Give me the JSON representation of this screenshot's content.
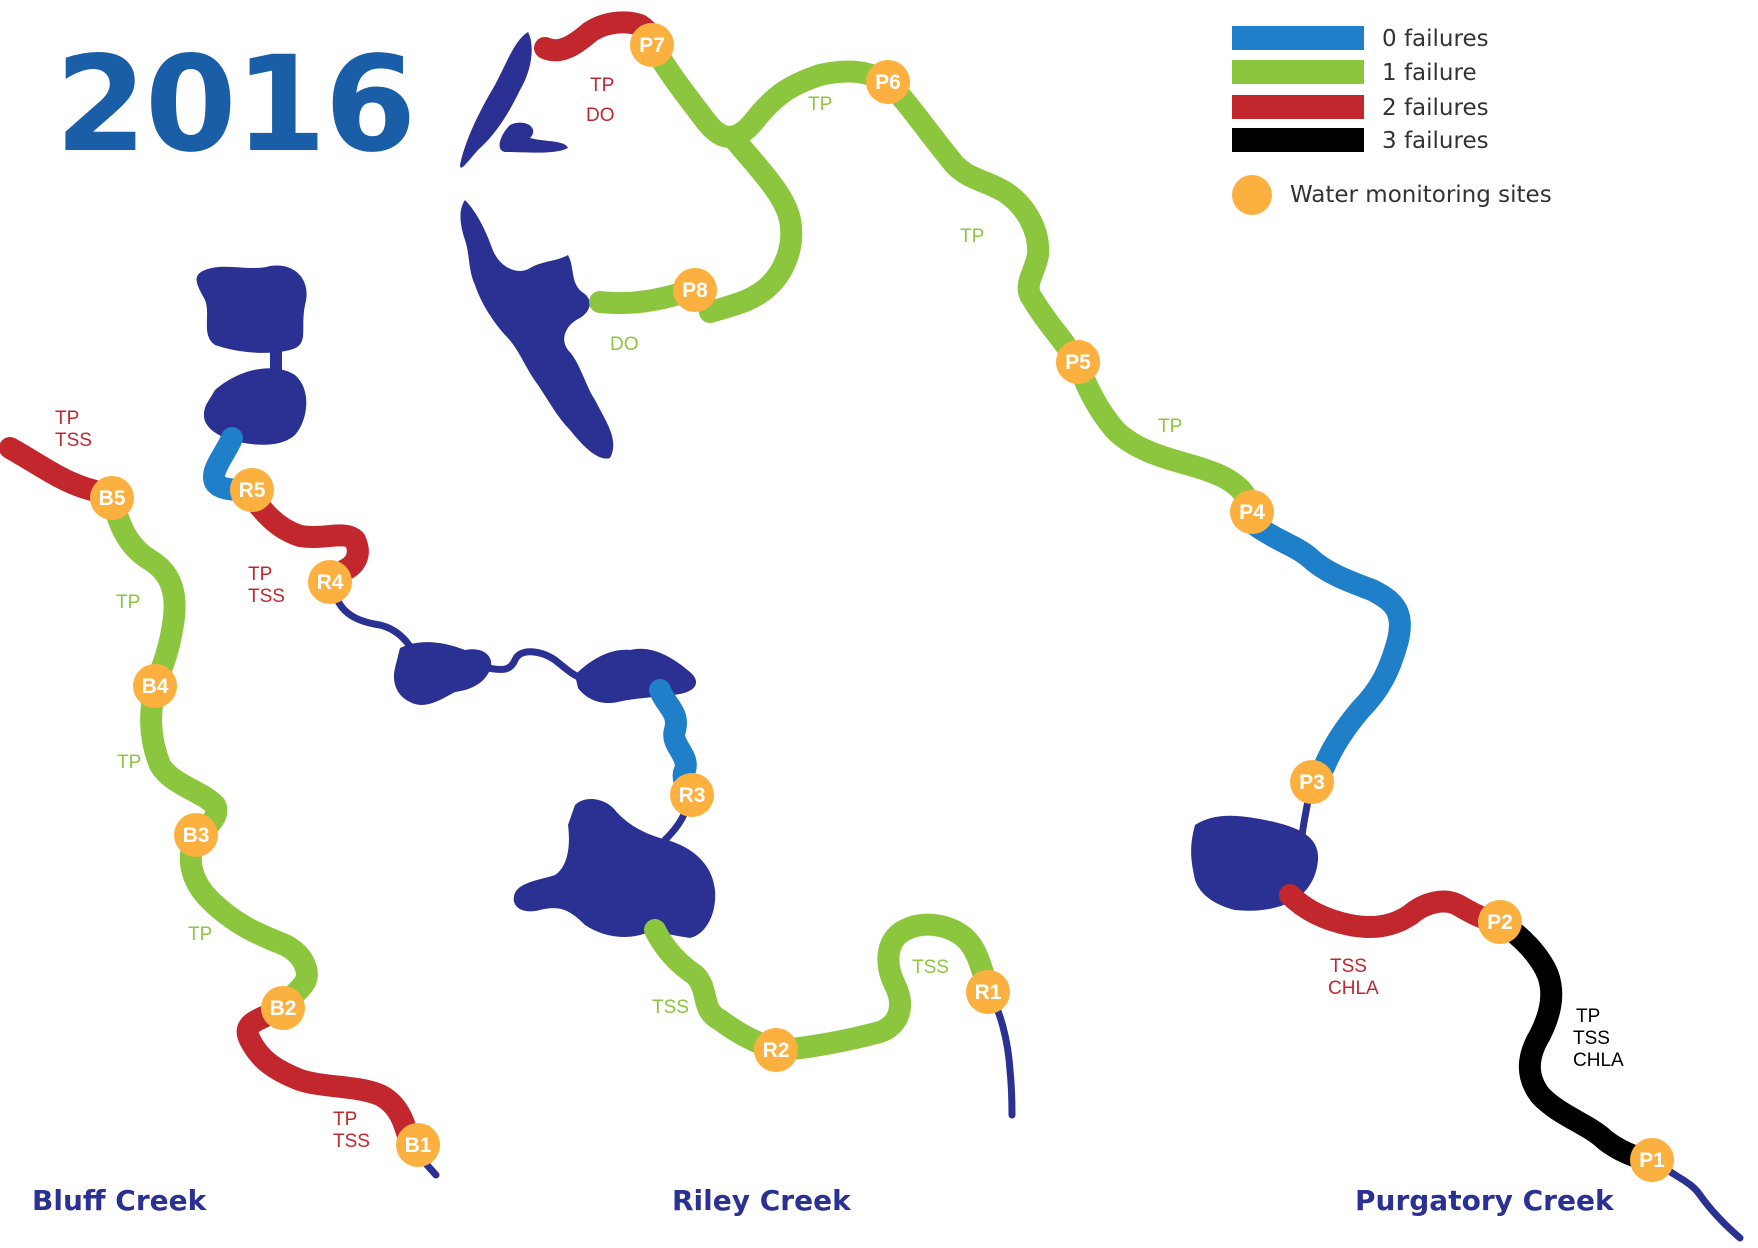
{
  "title": "2016",
  "legend": {
    "items": [
      {
        "label": "0 failures",
        "color": "#1f7fc8"
      },
      {
        "label": "1 failure",
        "color": "#8cc63f"
      },
      {
        "label": "2 failures",
        "color": "#c1272d"
      },
      {
        "label": "3 failures",
        "color": "#000000"
      }
    ],
    "site_label": "Water monitoring sites",
    "site_color": "#fbb040"
  },
  "colors": {
    "lake": "#2b3192",
    "failures_0": "#1f7fc8",
    "failures_1": "#8cc63f",
    "failures_2": "#c1272d",
    "failures_3": "#000000",
    "site": "#fbb040"
  },
  "creeks": {
    "bluff": "Bluff Creek",
    "riley": "Riley Creek",
    "purgatory": "Purgatory Creek"
  },
  "sites": [
    "B1",
    "B2",
    "B3",
    "B4",
    "B5",
    "R1",
    "R2",
    "R3",
    "R4",
    "R5",
    "P1",
    "P2",
    "P3",
    "P4",
    "P5",
    "P6",
    "P7",
    "P8"
  ],
  "params": {
    "bluff_upper": [
      "TP",
      "TSS"
    ],
    "bluff_b5_b4": "TP",
    "bluff_b4_b3": "TP",
    "bluff_b3_b2": "TP",
    "bluff_b2_b1": [
      "TP",
      "TSS"
    ],
    "riley_r5_r4": [
      "TP",
      "TSS"
    ],
    "riley_r2_lake": "TSS",
    "riley_r1_r2": "TSS",
    "purg_p7": [
      "TP",
      "DO"
    ],
    "purg_p6_p7": "TP",
    "purg_p8": "DO",
    "purg_p5_p6": "TP",
    "purg_p4_p5": "TP",
    "purg_p2_lake": [
      "TSS",
      "CHLA"
    ],
    "purg_p1_p2": [
      "TP",
      "TSS",
      "CHLA"
    ]
  }
}
